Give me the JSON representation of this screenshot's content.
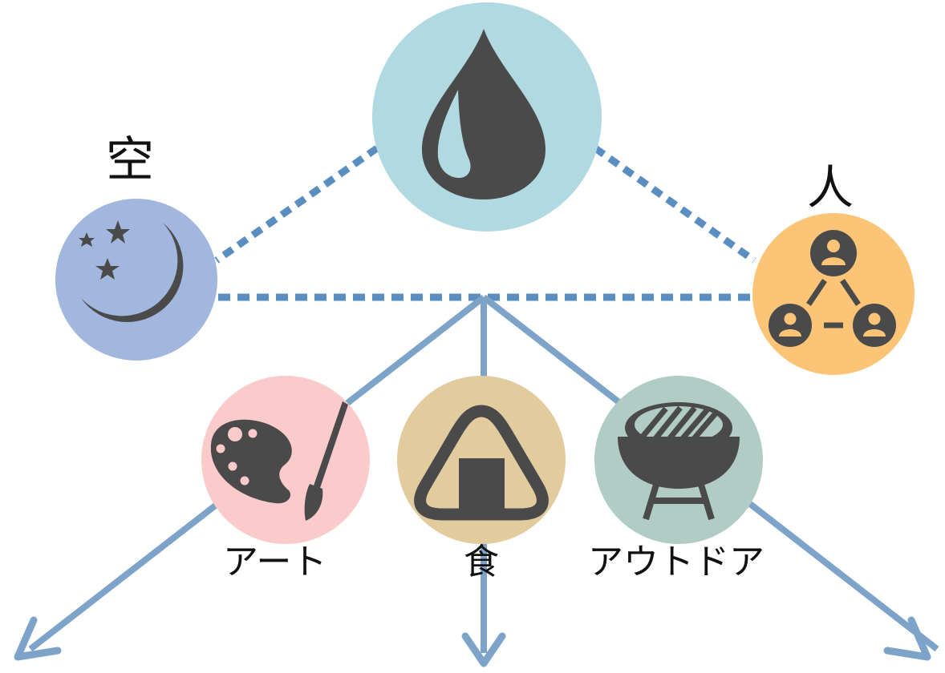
{
  "colors": {
    "connector": "#5b8ec0",
    "arrow": "#7ea3c9",
    "icon": "#4a4a4a",
    "water_circle": "#b0d9e2",
    "sky_circle": "#a2b7de",
    "people_circle": "#fbc476",
    "art_circle": "#fbcaca",
    "food_circle": "#e2cc9e",
    "outdoor_circle": "#b1ccc4"
  },
  "nodes": {
    "water": {
      "icon": "water-drop-icon"
    },
    "sky": {
      "icon": "moon-stars-icon",
      "label": "空"
    },
    "people": {
      "icon": "people-network-icon",
      "label": "人"
    },
    "art": {
      "icon": "palette-brush-icon",
      "label": "アート"
    },
    "food": {
      "icon": "onigiri-icon",
      "label": "食"
    },
    "outdoor": {
      "icon": "bbq-grill-icon",
      "label": "アウトドア"
    }
  }
}
